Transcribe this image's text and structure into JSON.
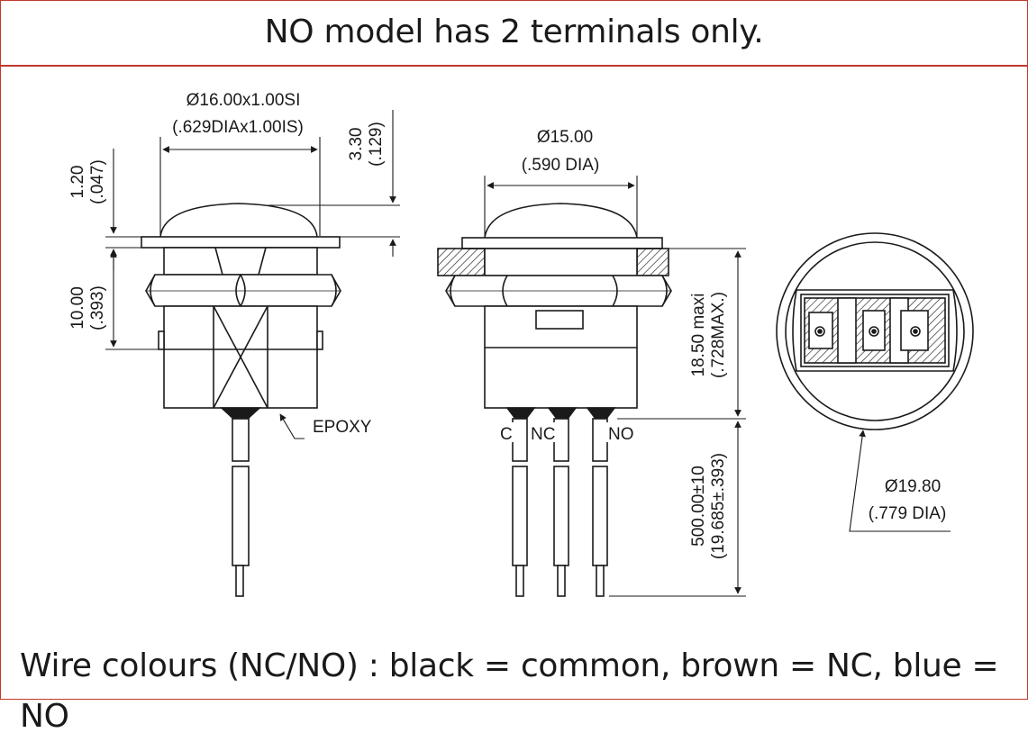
{
  "header": {
    "title": "NO model has 2 terminals only."
  },
  "footer": {
    "note": "Wire colours (NC/NO) : black = common, brown = NC, blue = NO"
  },
  "diagram": {
    "side_view": {
      "thread_dim": "Ø16.00x1.00SI",
      "thread_dim_imperial": "(.629DIAx1.00IS)",
      "flange_thickness": "1.20",
      "flange_thickness_imperial": "(.047)",
      "cap_height": "3.30",
      "cap_height_imperial": "(.129)",
      "thread_length": "10.00",
      "thread_length_imperial": "(.393)",
      "epoxy_label": "EPOXY"
    },
    "front_view": {
      "cap_diameter": "Ø15.00",
      "cap_diameter_imperial": "(.590 DIA)",
      "body_height": "18.50 maxi",
      "body_height_imperial": "(.728MAX.)",
      "wire_length": "500.00±10",
      "wire_length_imperial": "(19.685±.393)",
      "terminal_c": "C",
      "terminal_nc": "NC",
      "terminal_no": "NO"
    },
    "bottom_view": {
      "diameter": "Ø19.80",
      "diameter_imperial": "(.779 DIA)"
    }
  }
}
